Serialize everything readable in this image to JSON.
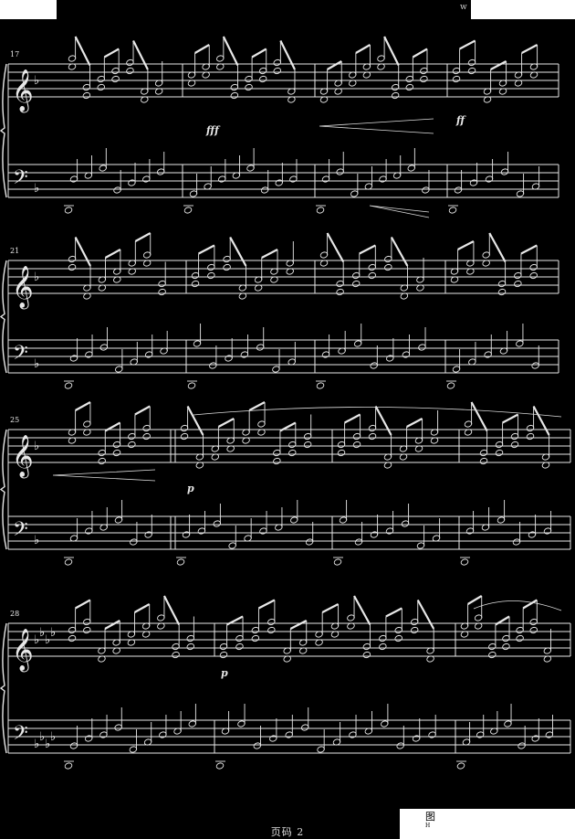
{
  "page": {
    "page_label": "页码 2",
    "corner_mark": "w",
    "logo_text": "图",
    "logo_subtext": "H"
  },
  "colors": {
    "background": "#000000",
    "ink": "#e8e8e8",
    "corner_box": "#ffffff"
  },
  "systems": [
    {
      "measure_start": "17",
      "key": "flat-1",
      "dynamics": [
        "fff",
        "ff"
      ]
    },
    {
      "measure_start": "21",
      "key": "flat-1",
      "dynamics": []
    },
    {
      "measure_start": "25",
      "key": "flat-1-to-flat-4",
      "dynamics": [
        "p"
      ]
    },
    {
      "measure_start": "28",
      "key": "flat-4",
      "dynamics": [
        "p"
      ]
    }
  ]
}
